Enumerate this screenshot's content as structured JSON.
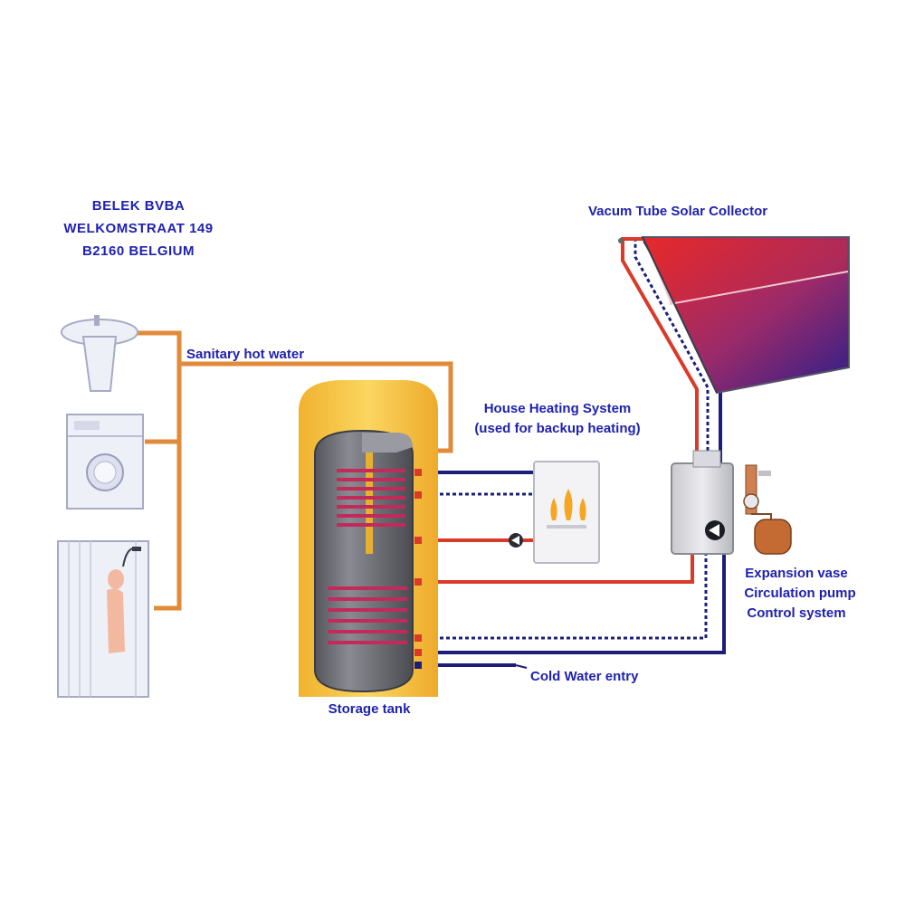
{
  "company": {
    "name": "BELEK BVBA",
    "street": "WELKOMSTRAAT 149",
    "city": "B2160 BELGIUM"
  },
  "labels": {
    "collector": "Vacum Tube Solar Collector",
    "sanitary": "Sanitary hot water",
    "house_heating_1": "House Heating System",
    "house_heating_2": "(used for backup heating)",
    "expansion": "Expansion vase",
    "circulation": "Circulation pump",
    "control": "Control system",
    "cold_water": "Cold Water entry",
    "storage": "Storage tank"
  },
  "colors": {
    "hot_pipe": "#d93a2a",
    "cold_pipe": "#1c1f7a",
    "sanitary_pipe": "#e08a3a",
    "tank_insulation": "#f5c542",
    "tank_body": "#6f6f77",
    "text": "#1f22b0"
  }
}
